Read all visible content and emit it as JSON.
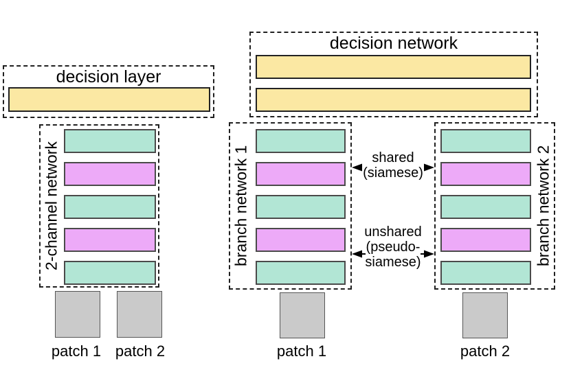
{
  "palette": {
    "decision_fill": "#fbe8a3",
    "conv_fill": "#b2e6d5",
    "fc_fill": "#edaaf8",
    "patch_fill": "#cacaca",
    "bar_border": "#4a4a4a",
    "dashed_border": "#1f1f1f",
    "arrow_color": "#000000"
  },
  "two_channel_model": {
    "decision_title": "decision layer",
    "decision_stack": [
      "yellow"
    ],
    "network_label": "2-channel network",
    "layer_stack": [
      "teal",
      "magenta",
      "teal",
      "magenta",
      "teal"
    ],
    "patch1_label": "patch 1",
    "patch2_label": "patch 2"
  },
  "siamese_model": {
    "decision_title": "decision network",
    "decision_stack": [
      "yellow",
      "yellow"
    ],
    "branch1_label": "branch network 1",
    "branch2_label": "branch network 2",
    "branch1_stack": [
      "teal",
      "magenta",
      "teal",
      "magenta",
      "teal"
    ],
    "branch2_stack": [
      "teal",
      "magenta",
      "teal",
      "magenta",
      "teal"
    ],
    "patch1_label": "patch 1",
    "patch2_label": "patch 2",
    "shared_annotation": {
      "line1": "shared",
      "line2": "(siamese)"
    },
    "unshared_annotation": {
      "line1": "unshared",
      "line2": "(pseudo-",
      "line3": "siamese)"
    }
  }
}
